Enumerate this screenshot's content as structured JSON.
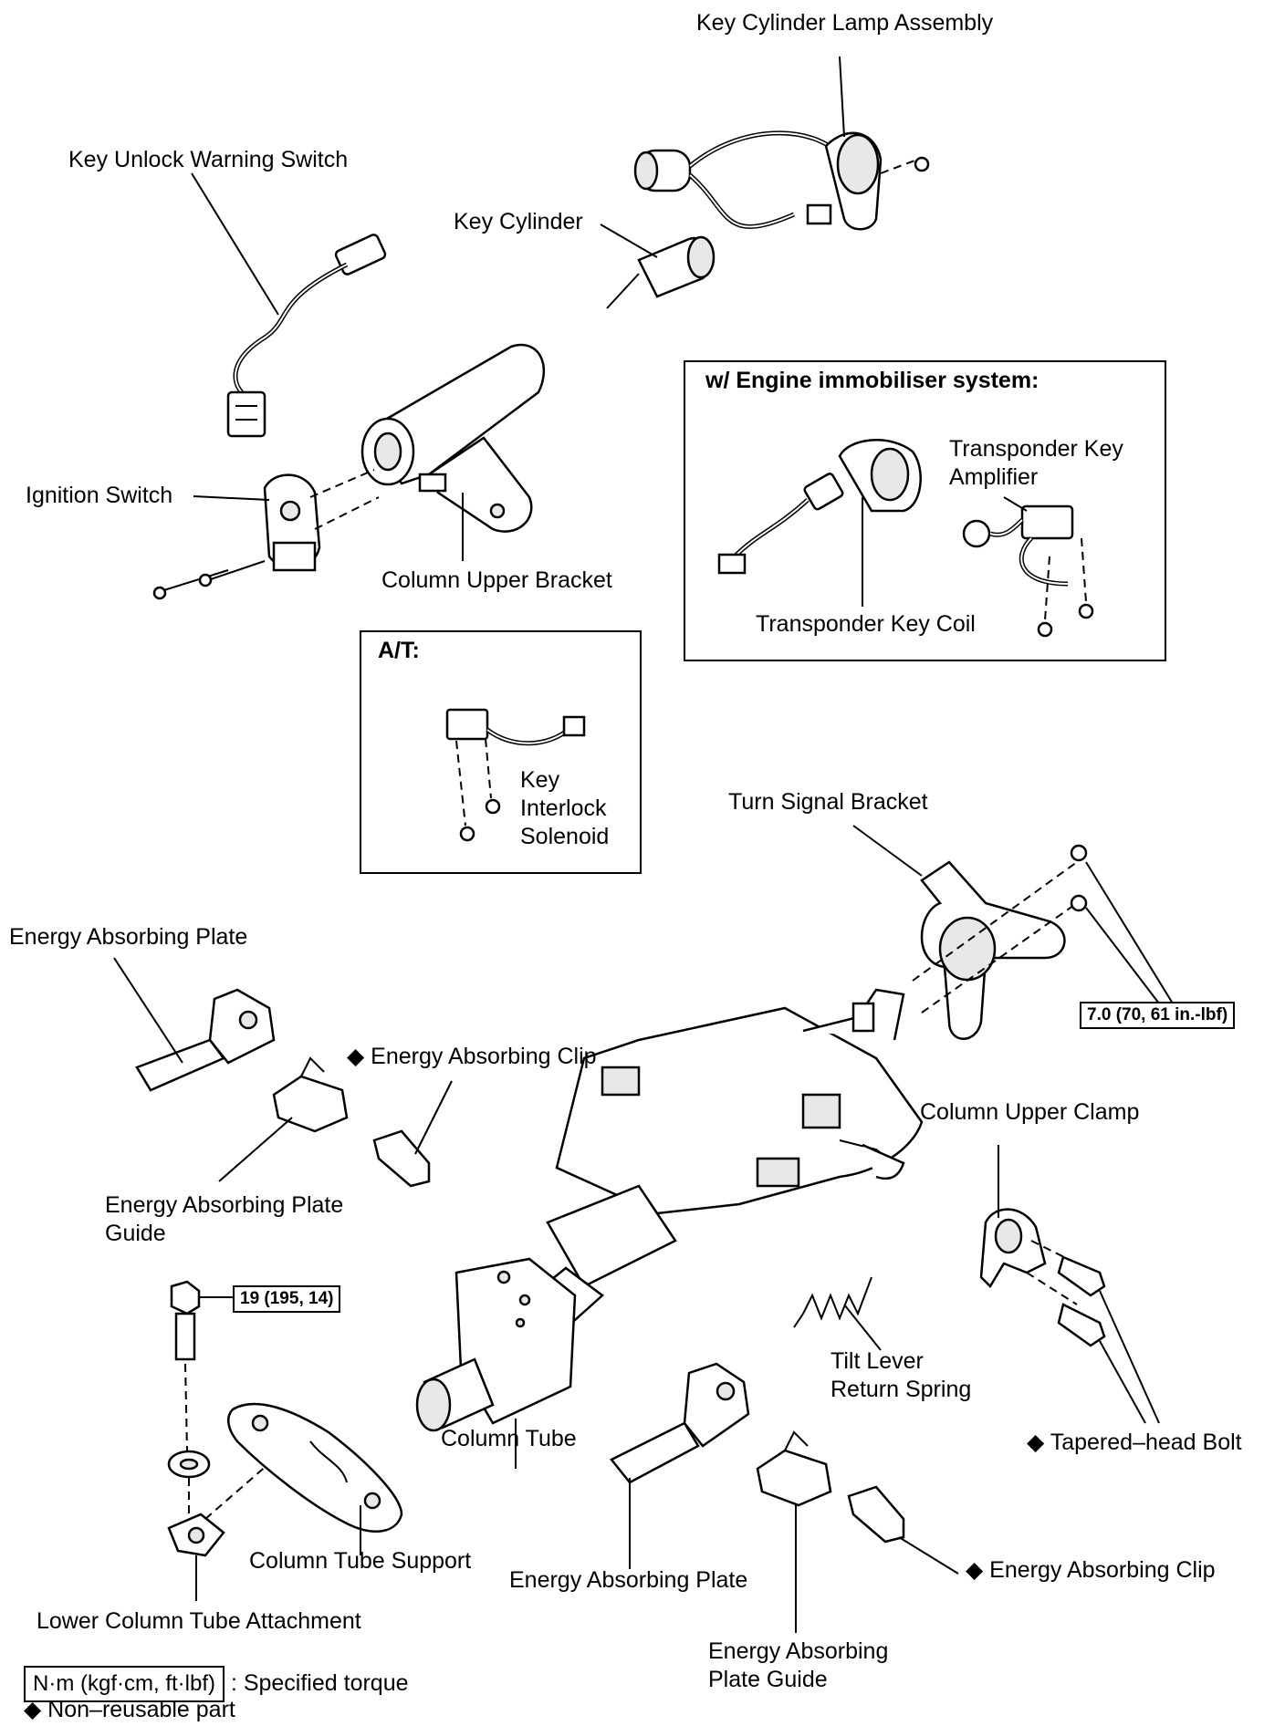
{
  "labels": {
    "key_cylinder_lamp_assembly": "Key Cylinder Lamp Assembly",
    "key_unlock_warning_switch": "Key Unlock Warning Switch",
    "key_cylinder": "Key Cylinder",
    "ignition_switch": "Ignition Switch",
    "column_upper_bracket": "Column Upper Bracket",
    "immobiliser_title": "w/ Engine immobiliser system:",
    "transponder_key_amplifier_1": "Transponder Key",
    "transponder_key_amplifier_2": "Amplifier",
    "transponder_key_coil": "Transponder Key Coil",
    "at_title": "A/T:",
    "key_interlock_solenoid_1": "Key",
    "key_interlock_solenoid_2": "Interlock",
    "key_interlock_solenoid_3": "Solenoid",
    "turn_signal_bracket": "Turn Signal Bracket",
    "energy_absorbing_plate_top": "Energy Absorbing Plate",
    "energy_absorbing_clip_top": "◆ Energy Absorbing Clip",
    "torque_turn_signal": "7.0 (70, 61 in.-lbf)",
    "column_upper_clamp": "Column Upper Clamp",
    "energy_absorbing_plate_guide_top_1": "Energy Absorbing Plate",
    "energy_absorbing_plate_guide_top_2": "Guide",
    "torque_support_bolt": "19 (195, 14)",
    "tilt_lever_return_spring_1": "Tilt Lever",
    "tilt_lever_return_spring_2": "Return Spring",
    "column_tube": "Column Tube",
    "tapered_head_bolt": "◆ Tapered–head Bolt",
    "column_tube_support": "Column Tube Support",
    "energy_absorbing_plate_bottom": "Energy Absorbing Plate",
    "energy_absorbing_clip_bottom": "◆ Energy Absorbing Clip",
    "lower_column_tube_attachment": "Lower Column Tube Attachment",
    "energy_absorbing_plate_guide_bottom_1": "Energy Absorbing",
    "energy_absorbing_plate_guide_bottom_2": "Plate Guide"
  },
  "legend": {
    "torque_unit_box": "N·m (kgf·cm, ft·lbf)",
    "torque_desc": ": Specified torque",
    "non_reusable": "◆ Non–reusable part"
  }
}
